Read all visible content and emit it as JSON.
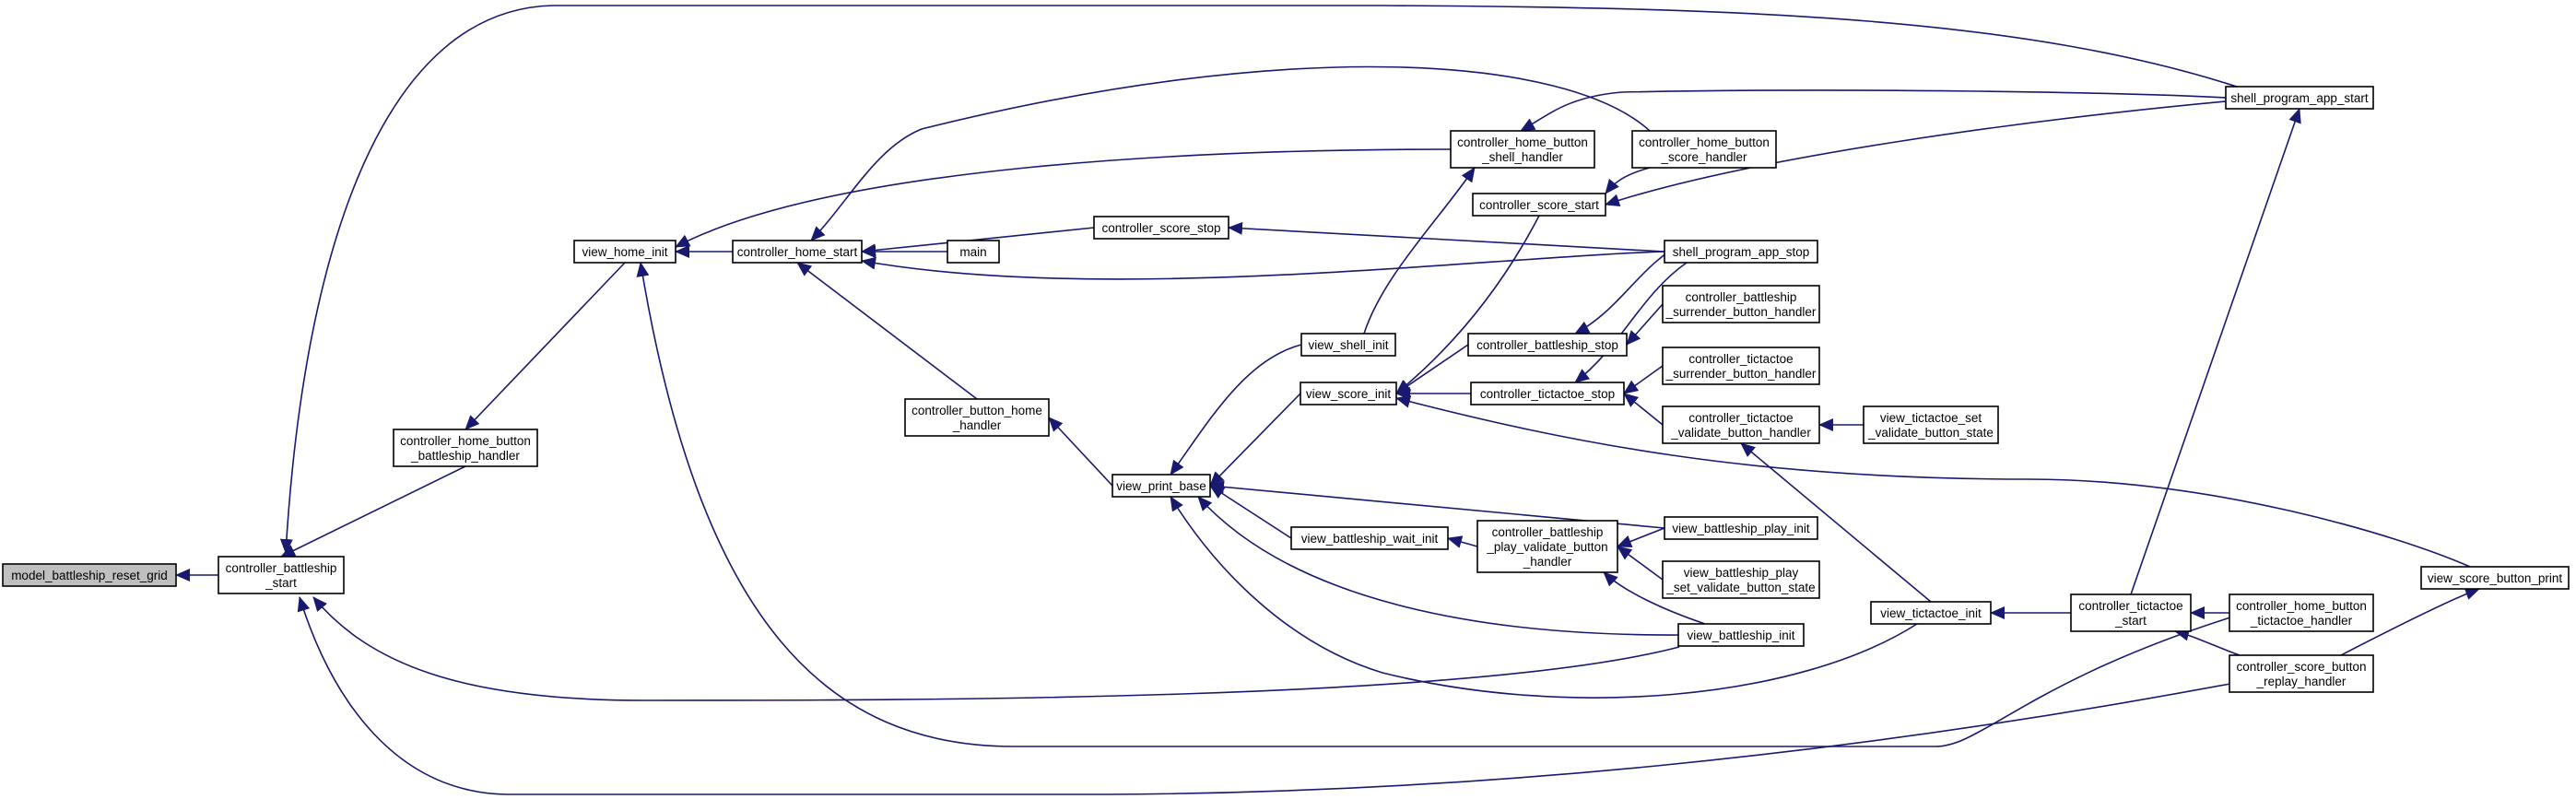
{
  "graph": {
    "title": "",
    "edge_color": "#191970",
    "root_fill": "#bfbfbf",
    "node_fill": "#ffffff",
    "nodes": [
      {
        "id": "model_battleship_reset_grid",
        "lines": [
          "model_battleship_reset_grid"
        ],
        "root": true
      },
      {
        "id": "controller_battleship_start",
        "lines": [
          "controller_battleship",
          "_start"
        ]
      },
      {
        "id": "controller_home_button_battleship_handler",
        "lines": [
          "controller_home_button",
          "_battleship_handler"
        ]
      },
      {
        "id": "view_home_init",
        "lines": [
          "view_home_init"
        ]
      },
      {
        "id": "controller_home_start",
        "lines": [
          "controller_home_start"
        ]
      },
      {
        "id": "main",
        "lines": [
          "main"
        ]
      },
      {
        "id": "controller_button_home_handler",
        "lines": [
          "controller_button_home",
          "_handler"
        ]
      },
      {
        "id": "controller_score_stop",
        "lines": [
          "controller_score_stop"
        ]
      },
      {
        "id": "view_print_base",
        "lines": [
          "view_print_base"
        ]
      },
      {
        "id": "view_shell_init",
        "lines": [
          "view_shell_init"
        ]
      },
      {
        "id": "view_score_init",
        "lines": [
          "view_score_init"
        ]
      },
      {
        "id": "view_battleship_wait_init",
        "lines": [
          "view_battleship_wait_init"
        ]
      },
      {
        "id": "controller_home_button_shell_handler",
        "lines": [
          "controller_home_button",
          "_shell_handler"
        ]
      },
      {
        "id": "controller_score_start",
        "lines": [
          "controller_score_start"
        ]
      },
      {
        "id": "controller_battleship_stop",
        "lines": [
          "controller_battleship_stop"
        ]
      },
      {
        "id": "controller_tictactoe_stop",
        "lines": [
          "controller_tictactoe_stop"
        ]
      },
      {
        "id": "controller_battleship_play_validate_button_handler",
        "lines": [
          "controller_battleship",
          "_play_validate_button",
          "_handler"
        ]
      },
      {
        "id": "controller_home_button_score_handler",
        "lines": [
          "controller_home_button",
          "_score_handler"
        ]
      },
      {
        "id": "shell_program_app_stop",
        "lines": [
          "shell_program_app_stop"
        ]
      },
      {
        "id": "controller_battleship_surrender_button_handler",
        "lines": [
          "controller_battleship",
          "_surrender_button_handler"
        ]
      },
      {
        "id": "controller_tictactoe_surrender_button_handler",
        "lines": [
          "controller_tictactoe",
          "_surrender_button_handler"
        ]
      },
      {
        "id": "controller_tictactoe_validate_button_handler",
        "lines": [
          "controller_tictactoe",
          "_validate_button_handler"
        ]
      },
      {
        "id": "view_battleship_play_init",
        "lines": [
          "view_battleship_play_init"
        ]
      },
      {
        "id": "view_battleship_play_set_validate_button_state",
        "lines": [
          "view_battleship_play",
          "_set_validate_button_state"
        ]
      },
      {
        "id": "view_battleship_init",
        "lines": [
          "view_battleship_init"
        ]
      },
      {
        "id": "view_tictactoe_set_validate_button_state",
        "lines": [
          "view_tictactoe_set",
          "_validate_button_state"
        ]
      },
      {
        "id": "view_tictactoe_init",
        "lines": [
          "view_tictactoe_init"
        ]
      },
      {
        "id": "controller_tictactoe_start",
        "lines": [
          "controller_tictactoe",
          "_start"
        ]
      },
      {
        "id": "shell_program_app_start",
        "lines": [
          "shell_program_app_start"
        ]
      },
      {
        "id": "controller_home_button_tictactoe_handler",
        "lines": [
          "controller_home_button",
          "_tictactoe_handler"
        ]
      },
      {
        "id": "controller_score_button_replay_handler",
        "lines": [
          "controller_score_button",
          "_replay_handler"
        ]
      },
      {
        "id": "view_score_button_print",
        "lines": [
          "view_score_button_print"
        ]
      }
    ],
    "edges": [
      [
        "controller_battleship_start",
        "model_battleship_reset_grid"
      ],
      [
        "controller_home_button_battleship_handler",
        "controller_battleship_start"
      ],
      [
        "view_home_init",
        "controller_home_button_battleship_handler"
      ],
      [
        "controller_home_start",
        "view_home_init"
      ],
      [
        "main",
        "controller_home_start"
      ],
      [
        "controller_button_home_handler",
        "controller_home_start"
      ],
      [
        "controller_score_stop",
        "controller_home_start"
      ],
      [
        "view_print_base",
        "controller_button_home_handler"
      ],
      [
        "view_shell_init",
        "view_print_base"
      ],
      [
        "view_score_init",
        "view_print_base"
      ],
      [
        "view_battleship_wait_init",
        "view_print_base"
      ],
      [
        "view_battleship_play_init",
        "view_print_base"
      ],
      [
        "view_battleship_init",
        "view_print_base"
      ],
      [
        "view_tictactoe_init",
        "view_print_base"
      ],
      [
        "controller_home_button_shell_handler",
        "view_home_init"
      ],
      [
        "controller_home_button_score_handler",
        "controller_home_start"
      ],
      [
        "shell_program_app_stop",
        "controller_home_start"
      ],
      [
        "shell_program_app_stop",
        "controller_score_stop"
      ],
      [
        "view_shell_init",
        "controller_home_button_shell_handler"
      ],
      [
        "controller_score_start",
        "view_score_init"
      ],
      [
        "controller_battleship_stop",
        "view_score_init"
      ],
      [
        "controller_tictactoe_stop",
        "view_score_init"
      ],
      [
        "view_score_button_print",
        "view_score_init"
      ],
      [
        "controller_battleship_play_validate_button_handler",
        "view_battleship_wait_init"
      ],
      [
        "controller_home_button_score_handler",
        "controller_score_start"
      ],
      [
        "shell_program_app_start",
        "controller_score_start"
      ],
      [
        "shell_program_app_start",
        "controller_home_button_shell_handler"
      ],
      [
        "shell_program_app_stop",
        "controller_battleship_stop"
      ],
      [
        "controller_battleship_surrender_button_handler",
        "controller_battleship_stop"
      ],
      [
        "shell_program_app_stop",
        "controller_tictactoe_stop"
      ],
      [
        "controller_tictactoe_surrender_button_handler",
        "controller_tictactoe_stop"
      ],
      [
        "controller_tictactoe_validate_button_handler",
        "controller_tictactoe_stop"
      ],
      [
        "view_tictactoe_set_validate_button_state",
        "controller_tictactoe_validate_button_handler"
      ],
      [
        "view_tictactoe_init",
        "controller_tictactoe_validate_button_handler"
      ],
      [
        "view_battleship_play_init",
        "controller_battleship_play_validate_button_handler"
      ],
      [
        "view_battleship_play_set_validate_button_state",
        "controller_battleship_play_validate_button_handler"
      ],
      [
        "view_battleship_init",
        "controller_battleship_play_validate_button_handler"
      ],
      [
        "view_battleship_init",
        "controller_battleship_start"
      ],
      [
        "controller_tictactoe_start",
        "view_tictactoe_init"
      ],
      [
        "controller_home_button_tictactoe_handler",
        "controller_tictactoe_start"
      ],
      [
        "controller_score_button_replay_handler",
        "controller_tictactoe_start"
      ],
      [
        "controller_tictactoe_start",
        "shell_program_app_start"
      ],
      [
        "shell_program_app_start",
        "controller_battleship_start"
      ],
      [
        "controller_score_button_replay_handler",
        "controller_battleship_start"
      ],
      [
        "controller_score_button_replay_handler",
        "view_score_button_print"
      ],
      [
        "controller_home_button_tictactoe_handler",
        "view_home_init"
      ]
    ]
  }
}
